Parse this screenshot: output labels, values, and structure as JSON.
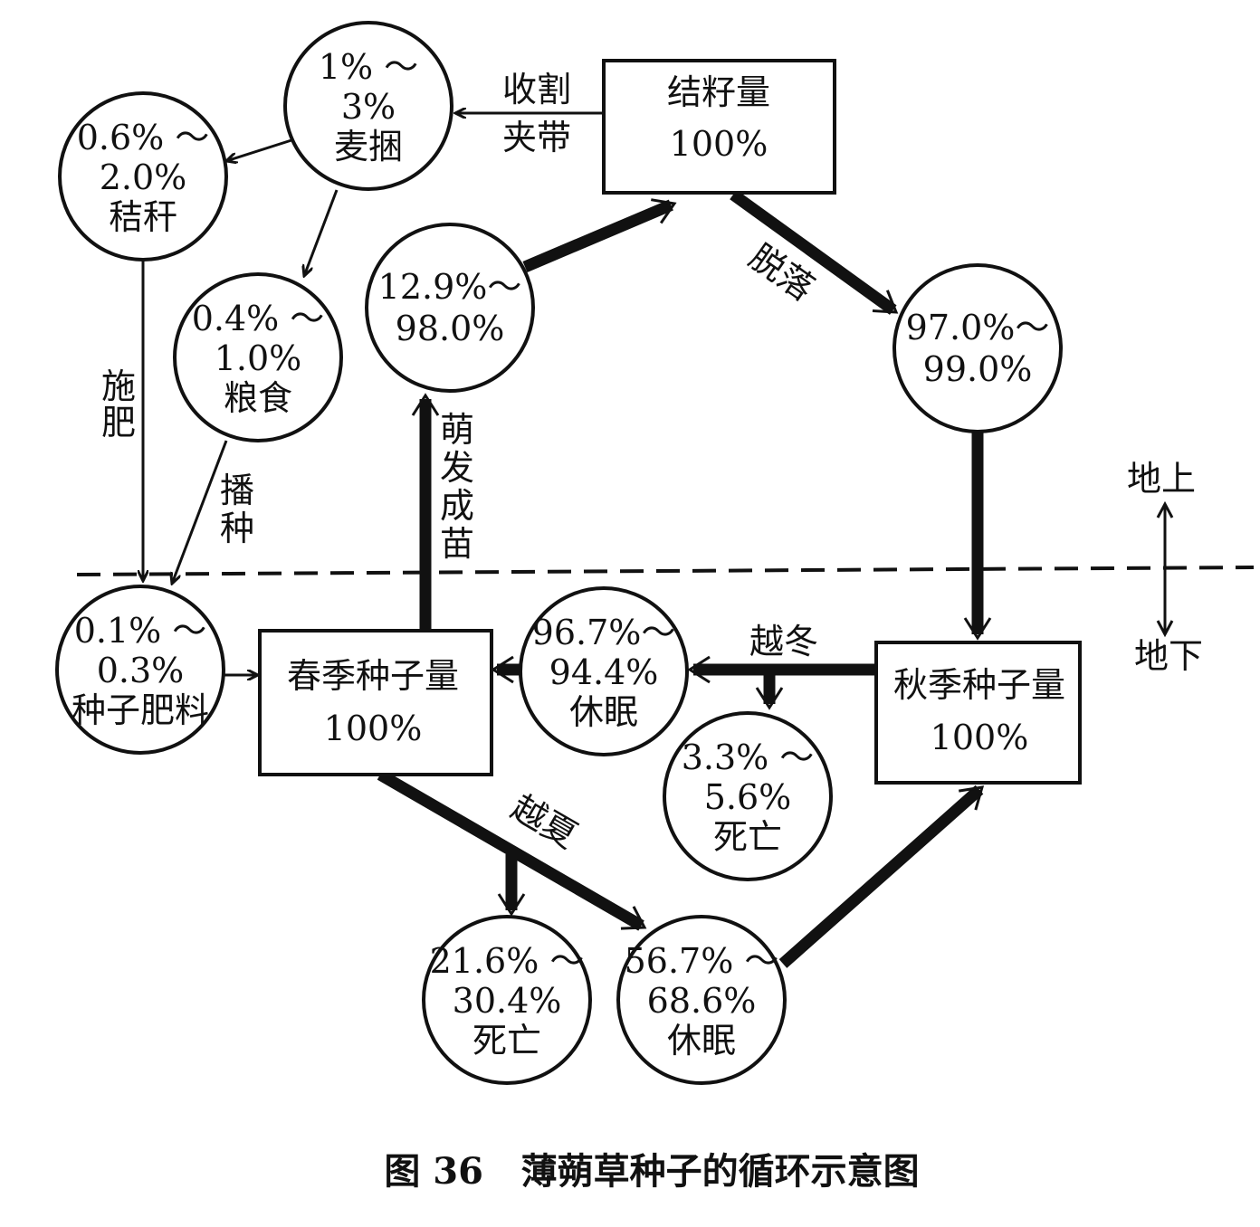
{
  "nodes": {
    "seed_set": {
      "title": "结籽量",
      "value": "100%"
    },
    "bundles": {
      "l1": "1% ～",
      "l2": "3%",
      "l3": "麦捆"
    },
    "straw": {
      "l1": "0.6% ～",
      "l2": "2.0%",
      "l3": "秸秆"
    },
    "grain": {
      "l1": "0.4% ～",
      "l2": "1.0%",
      "l3": "粮食"
    },
    "emerged": {
      "l1": "12.9%～",
      "l2": "98.0%"
    },
    "shed": {
      "l1": "97.0%～",
      "l2": "99.0%"
    },
    "manure": {
      "l1": "0.1% ～",
      "l2": "0.3%",
      "l3": "种子肥料"
    },
    "spring": {
      "title": "春季种子量",
      "value": "100%"
    },
    "winter_dormant": {
      "l1": "96.7%～",
      "l2": "94.4%",
      "l3": "休眠"
    },
    "winter_dead": {
      "l1": "3.3% ～",
      "l2": "5.6%",
      "l3": "死亡"
    },
    "autumn": {
      "title": "秋季种子量",
      "value": "100%"
    },
    "summer_dead": {
      "l1": "21.6% ～",
      "l2": "30.4%",
      "l3": "死亡"
    },
    "summer_dormant": {
      "l1": "56.7% ～",
      "l2": "68.6%",
      "l3": "休眠"
    }
  },
  "labels": {
    "harvest_a": "收割",
    "harvest_b": "夹带",
    "shed": "脱落",
    "fertilize": [
      "施",
      "肥"
    ],
    "sow": [
      "播",
      "种"
    ],
    "emerge": [
      "萌",
      "发",
      "成",
      "苗"
    ],
    "overwinter": "越冬",
    "oversummer": "越夏",
    "above": "地上",
    "below": "地下"
  },
  "caption": "图 36   薄蒴草种子的循环示意图"
}
